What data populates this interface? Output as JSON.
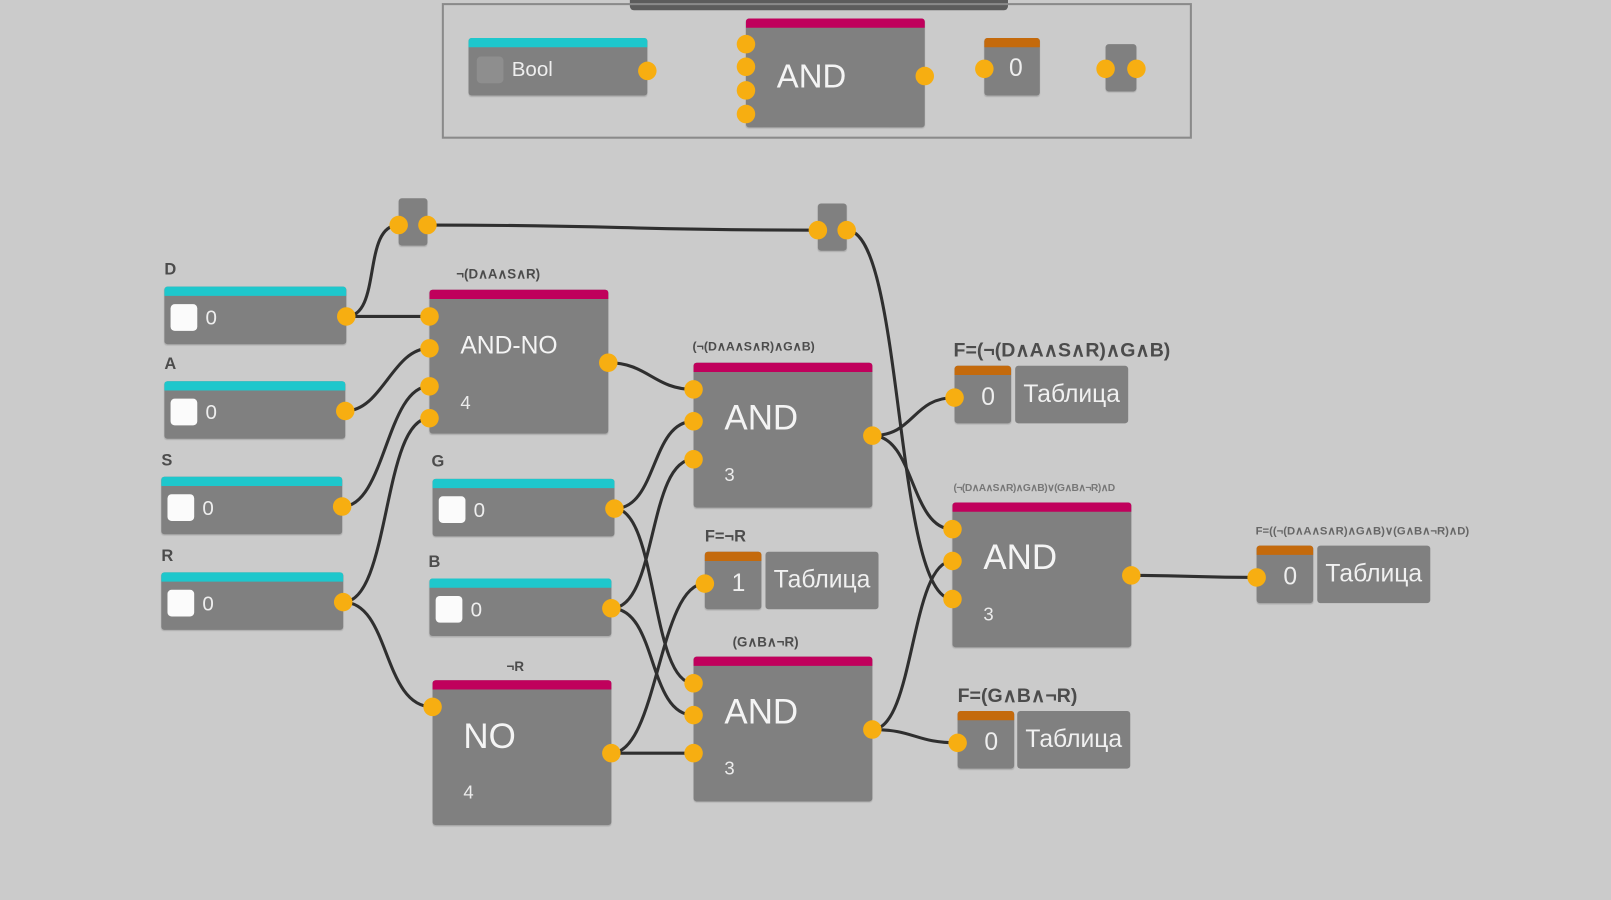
{
  "palette": {
    "title": "",
    "items": [
      {
        "type": "bool-input",
        "label": "Bool"
      },
      {
        "type": "gate",
        "label": "AND",
        "inputs": 4
      },
      {
        "type": "output",
        "value": "0"
      },
      {
        "type": "reroute"
      }
    ]
  },
  "inputs": [
    {
      "name": "D",
      "value": "0",
      "checked": false
    },
    {
      "name": "A",
      "value": "0",
      "checked": false
    },
    {
      "name": "S",
      "value": "0",
      "checked": false
    },
    {
      "name": "R",
      "value": "0",
      "checked": false
    },
    {
      "name": "G",
      "value": "0",
      "checked": false
    },
    {
      "name": "B",
      "value": "0",
      "checked": false
    }
  ],
  "gates": [
    {
      "id": "nand1",
      "caption": "¬(D∧A∧S∧R)",
      "label": "AND-NO",
      "count": "4"
    },
    {
      "id": "not1",
      "caption": "¬R",
      "label": "NO",
      "count": "4"
    },
    {
      "id": "and1",
      "caption": "(¬(D∧A∧S∧R)∧G∧B)",
      "label": "AND",
      "count": "3"
    },
    {
      "id": "and2",
      "caption": "(G∧B∧¬R)",
      "label": "AND",
      "count": "3"
    },
    {
      "id": "and3",
      "caption": "(¬(D∧A∧S∧R)∧G∧B)∨(G∧B∧¬R)∧D",
      "label": "AND",
      "count": "3"
    }
  ],
  "outputs": [
    {
      "caption": "F=¬R",
      "value": "1",
      "table_label": "Таблица"
    },
    {
      "caption": "F=(¬(D∧A∧S∧R)∧G∧B)",
      "value": "0",
      "table_label": "Таблица"
    },
    {
      "caption": "F=(G∧B∧¬R)",
      "value": "0",
      "table_label": "Таблица"
    },
    {
      "caption": "F=((¬(D∧A∧S∧R)∧G∧B)∨(G∧B∧¬R)∧D)",
      "value": "0",
      "table_label": "Таблица"
    }
  ],
  "colors": {
    "canvas": "#cbcbcb",
    "node": "#808080",
    "input_bar": "#1ec7cc",
    "gate_bar": "#c0005c",
    "output_bar": "#c46a0c",
    "port": "#f7ae11",
    "wire": "#2f2f2f"
  }
}
